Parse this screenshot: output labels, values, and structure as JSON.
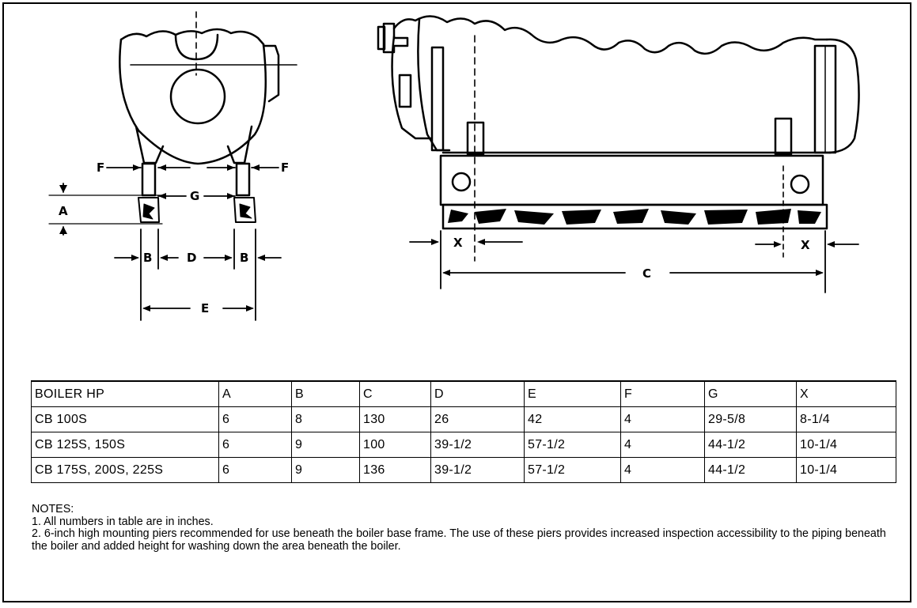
{
  "figure": {
    "end_view_labels": {
      "f_left": "F",
      "f_right": "F",
      "g": "G",
      "a": "A",
      "b_left": "B",
      "d": "D",
      "b_right": "B",
      "e": "E"
    },
    "side_view_labels": {
      "x_left": "X",
      "x_right": "X",
      "c": "C"
    }
  },
  "table": {
    "headers": [
      "BOILER HP",
      "A",
      "B",
      "C",
      "D",
      "E",
      "F",
      "G",
      "X"
    ],
    "rows": [
      [
        "CB 100S",
        "6",
        "8",
        "130",
        "26",
        "42",
        "4",
        "29-5/8",
        "8-1/4"
      ],
      [
        "CB 125S, 150S",
        "6",
        "9",
        "100",
        "39-1/2",
        "57-1/2",
        "4",
        "44-1/2",
        "10-1/4"
      ],
      [
        "CB 175S, 200S, 225S",
        "6",
        "9",
        "136",
        "39-1/2",
        "57-1/2",
        "4",
        "44-1/2",
        "10-1/4"
      ]
    ]
  },
  "notes": {
    "heading": "NOTES:",
    "items": [
      "1. All numbers in table are in inches.",
      "2. 6-inch high mounting piers recommended for use beneath the boiler base frame. The use of these piers provides increased inspection accessibility to the piping beneath the boiler and added height for washing down the area beneath the boiler."
    ]
  }
}
